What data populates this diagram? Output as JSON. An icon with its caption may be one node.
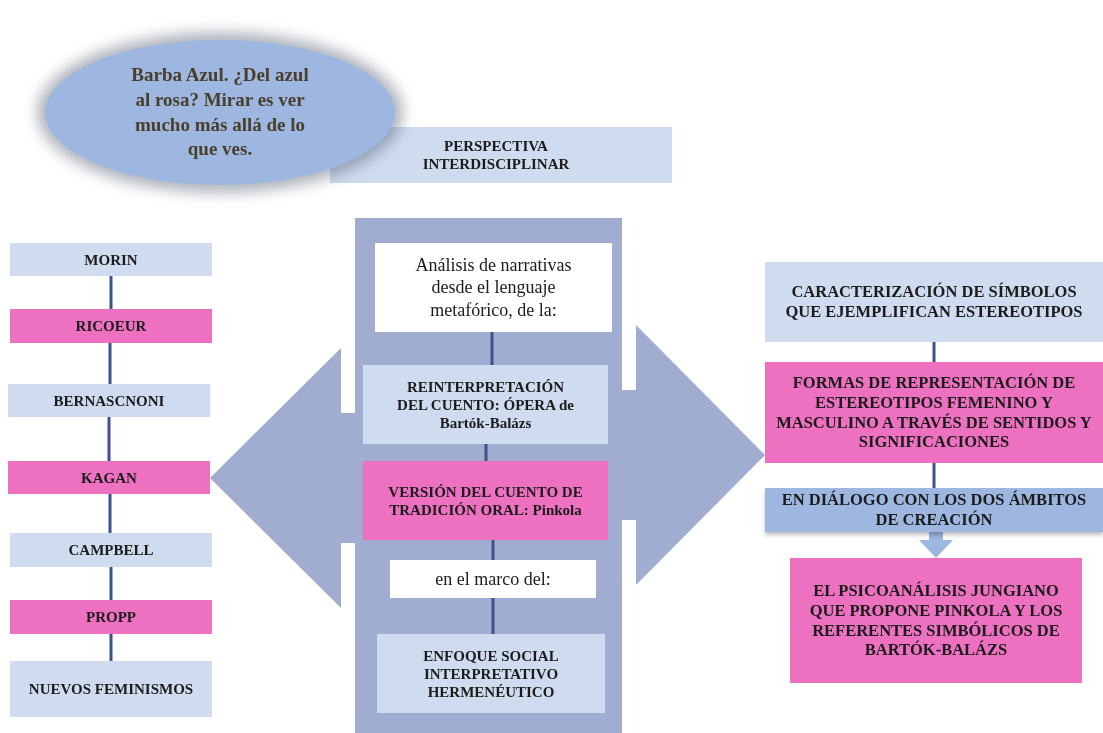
{
  "diagram": {
    "nodes": [
      {
        "text": [
          "Barba Azul. ¿Del azul al rosa? Mirar es ver mucho más allá de lo que ves."
        ]
      },
      {
        "text": [
          "PERSPECTIVA INTERDISCIPLINAR"
        ]
      },
      {
        "text": [
          "MORIN"
        ]
      },
      {
        "text": [
          "RICOEUR"
        ]
      },
      {
        "text": [
          "BERNASCNONI"
        ]
      },
      {
        "text": [
          "KAGAN"
        ]
      },
      {
        "text": [
          "CAMPBELL"
        ]
      },
      {
        "text": [
          "PROPP"
        ]
      },
      {
        "text": [
          "NUEVOS FEMINISMOS"
        ]
      },
      {
        "text": [],
        "shape": "bar"
      },
      {
        "text": [
          "Análisis de narrativas desde el lenguaje metafórico, de la:"
        ],
        "in": 9
      },
      {
        "text": [
          "REINTERPRETACIÓN DEL CUENTO: ÓPERA de Bartók-Balázs"
        ],
        "in": 9
      },
      {
        "text": [
          "VERSIÓN DEL CUENTO DE TRADICIÓN ORAL: Pinkola"
        ],
        "in": 9
      },
      {
        "text": [
          "en el marco del:"
        ],
        "in": 9
      },
      {
        "text": [
          "ENFOQUE SOCIAL INTERPRETATIVO HERMENÉUTICO"
        ],
        "in": 9
      },
      {
        "text": [
          "CARACTERIZACIÓN DE SÍMBOLOS QUE EJEMPLIFICAN ESTEREOTIPOS"
        ]
      },
      {
        "text": [
          "FORMAS DE REPRESENTACIÓN DE ESTEREOTIPOS FEMENINO Y MASCULINO A TRAVÉS DE SENTIDOS Y SIGNIFICACIONES"
        ]
      },
      {
        "text": [
          "EN DIÁLOGO CON LOS DOS ÁMBITOS DE CREACIÓN"
        ]
      },
      {
        "text": [
          "EL PSICOANÁLISIS JUNGIANO QUE PROPONE PINKOLA Y LOS REFERENTES SIMBÓLICOS DE BARTÓK-BALÁZS"
        ]
      }
    ],
    "edges": [
      {
        "from": 2,
        "to": 3,
        "arrow": "none"
      },
      {
        "from": 3,
        "to": 4,
        "arrow": "none"
      },
      {
        "from": 4,
        "to": 5,
        "arrow": "none"
      },
      {
        "from": 5,
        "to": 6,
        "arrow": "none"
      },
      {
        "from": 6,
        "to": 7,
        "arrow": "none"
      },
      {
        "from": 7,
        "to": 8,
        "arrow": "none"
      },
      {
        "from": 10,
        "to": 11,
        "arrow": "none"
      },
      {
        "from": 11,
        "to": 12,
        "arrow": "none"
      },
      {
        "from": 12,
        "to": 13,
        "arrow": "none"
      },
      {
        "from": 13,
        "to": 14,
        "arrow": "none"
      },
      {
        "from": 15,
        "to": 16,
        "arrow": "none"
      },
      {
        "from": 16,
        "to": 17,
        "arrow": "none"
      },
      {
        "from": 17,
        "to": 18,
        "arrow": "to",
        "style": "thick",
        "color": "#9db7e0"
      },
      {
        "from": 9,
        "to": 5,
        "arrow": "to",
        "style": "thick",
        "color": "#a0acd0"
      },
      {
        "from": 9,
        "to": 16,
        "arrow": "to",
        "style": "thick",
        "color": "#a0acd0"
      }
    ]
  }
}
